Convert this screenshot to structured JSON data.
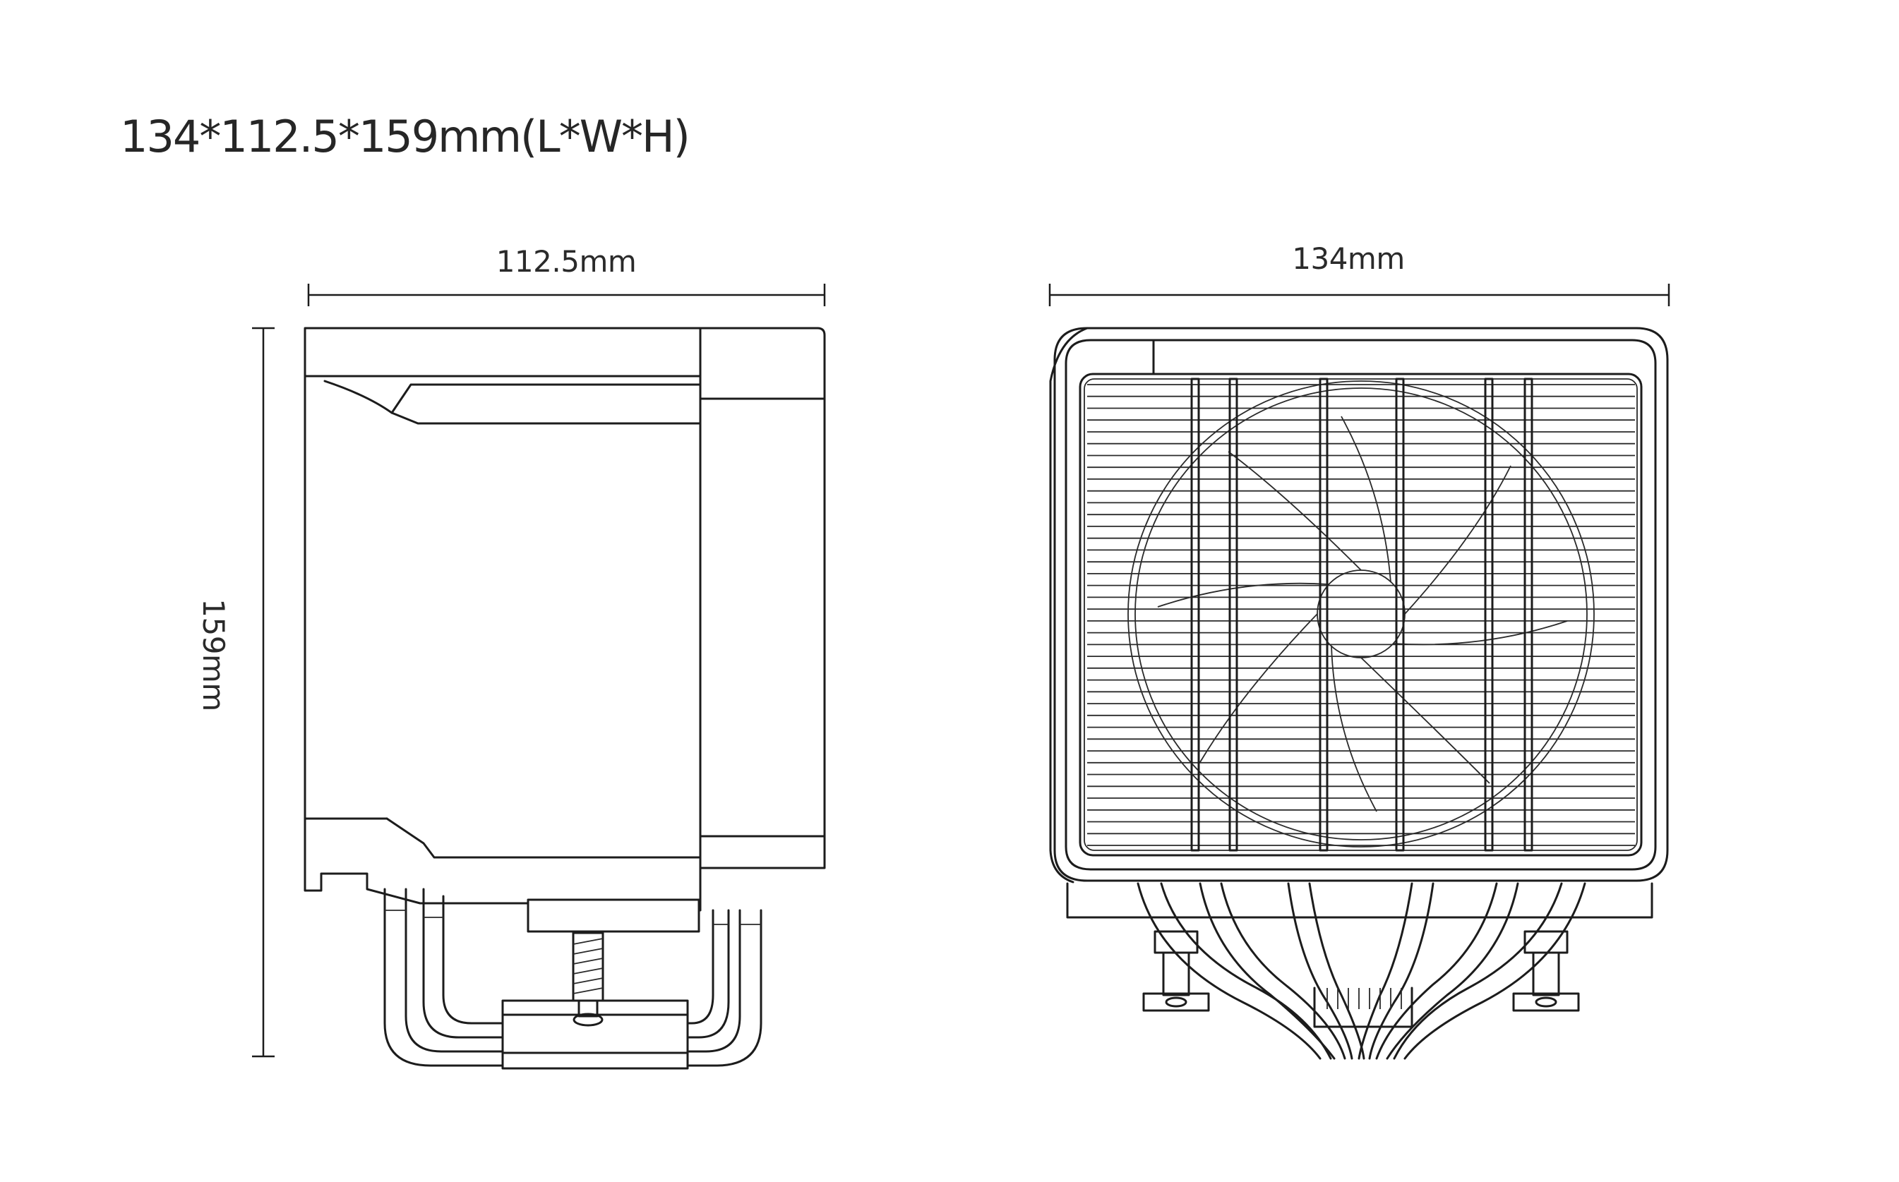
{
  "title": "134*112.5*159mm(L*W*H)",
  "dimensions": {
    "width_label": "112.5mm",
    "length_label": "134mm",
    "height_label": "159mm"
  },
  "views": {
    "side": {
      "name": "side-view",
      "heatpipes": 4
    },
    "front": {
      "name": "front-view",
      "fin_count": 40,
      "heatpipes": 6
    }
  }
}
